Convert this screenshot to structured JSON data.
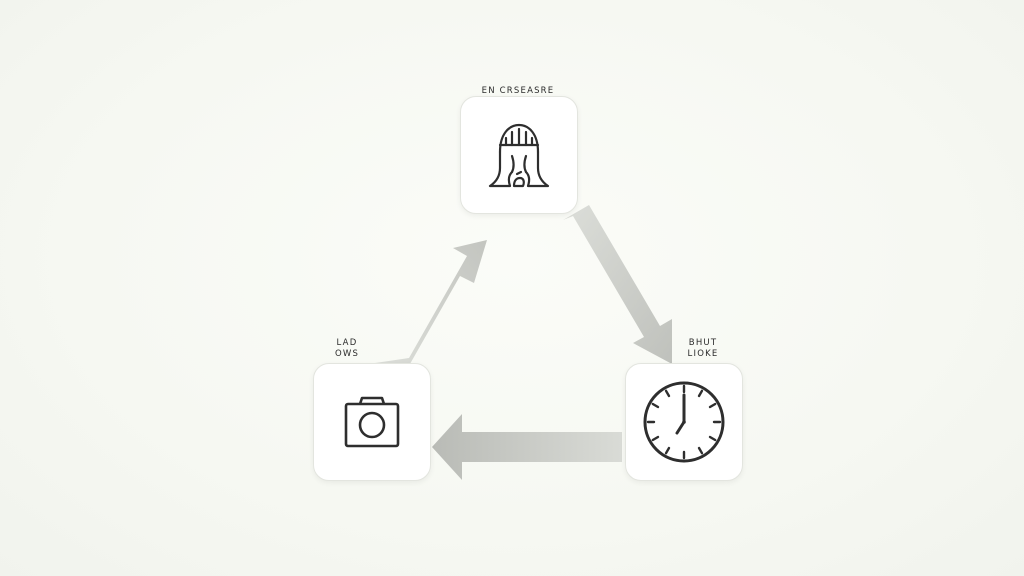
{
  "diagram": {
    "nodes": [
      {
        "id": "top",
        "icon": "ghost-figure-icon",
        "label_lines": [
          "EN CRSEASRE"
        ]
      },
      {
        "id": "right",
        "icon": "clock-icon",
        "label_lines": [
          "BHUT",
          "LIOKE"
        ]
      },
      {
        "id": "left",
        "icon": "camera-icon",
        "label_lines": [
          "LAD",
          "OWS"
        ]
      }
    ],
    "edges": [
      {
        "from": "top",
        "to": "right"
      },
      {
        "from": "right",
        "to": "left"
      },
      {
        "from": "left",
        "to": "top"
      }
    ],
    "colors": {
      "background": "#f7f9f4",
      "arrow": "#c9cbc6",
      "icon_stroke": "#2e2e2e",
      "node_border": "#e3e5df"
    }
  }
}
